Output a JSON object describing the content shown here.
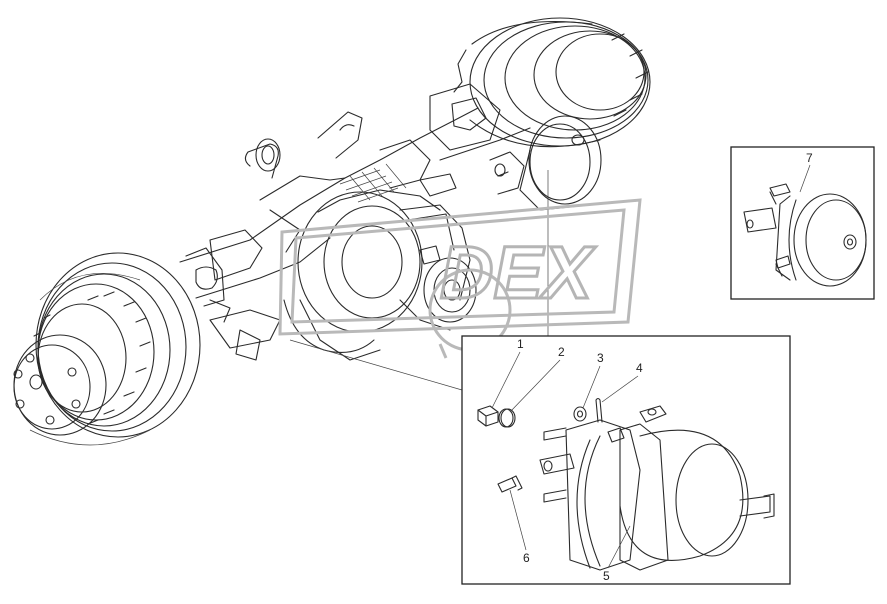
{
  "watermark": {
    "text": "DEX"
  },
  "callouts": [
    {
      "id": "1",
      "label": "1"
    },
    {
      "id": "2",
      "label": "2"
    },
    {
      "id": "3",
      "label": "3"
    },
    {
      "id": "4",
      "label": "4"
    },
    {
      "id": "5",
      "label": "5"
    },
    {
      "id": "6",
      "label": "6"
    },
    {
      "id": "7",
      "label": "7"
    }
  ],
  "colors": {
    "line": "#2b2b2b",
    "watermark": "#b5b5b5",
    "background": "#ffffff"
  }
}
